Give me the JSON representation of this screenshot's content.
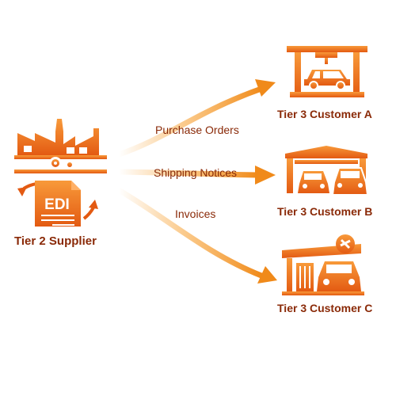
{
  "supplier": {
    "label": "Tier 2 Supplier",
    "badge": "EDI"
  },
  "flows": [
    {
      "label": "Purchase Orders"
    },
    {
      "label": "Shipping Notices"
    },
    {
      "label": "Invoices"
    }
  ],
  "customers": [
    {
      "label": "Tier 3 Customer A",
      "icon": "car-factory-icon"
    },
    {
      "label": "Tier 3 Customer B",
      "icon": "garage-icon"
    },
    {
      "label": "Tier 3 Customer C",
      "icon": "repair-shop-icon"
    }
  ],
  "colors": {
    "accent": "#f07a1c",
    "accent_dark": "#e0560f",
    "text": "#8a2a08"
  }
}
